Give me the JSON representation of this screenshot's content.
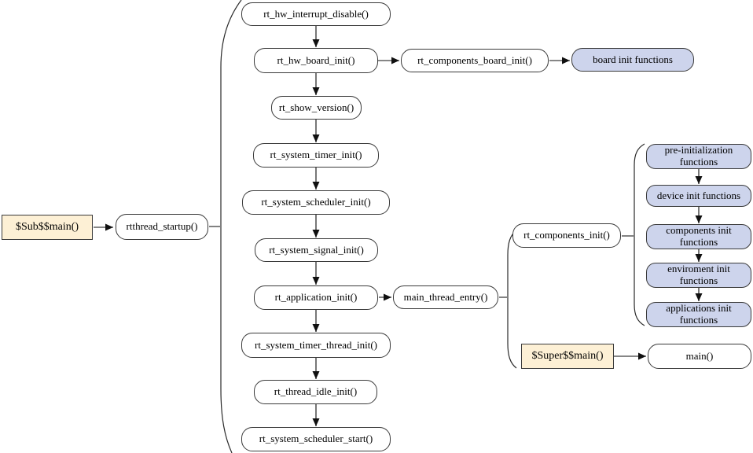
{
  "diagram": {
    "type": "flowchart",
    "colors": {
      "background": "#ffffff",
      "white_node_fill": "#ffffff",
      "blue_node_fill": "#cdd4ec",
      "tan_node_fill": "#fdf0d5",
      "node_border": "#3a3a3a",
      "arrow": "#3f3f3f",
      "arrowhead": "#101010"
    },
    "nodes": {
      "sub_main": "$Sub$$main()",
      "rtthread_startup": "rtthread_startup()",
      "rt_hw_interrupt_disable": "rt_hw_interrupt_disable()",
      "rt_hw_board_init": "rt_hw_board_init()",
      "rt_components_board_init": "rt_components_board_init()",
      "board_init_functions": "board init functions",
      "rt_show_version": "rt_show_version()",
      "rt_system_timer_init": "rt_system_timer_init()",
      "rt_system_scheduler_init": "rt_system_scheduler_init()",
      "rt_system_signal_init": "rt_system_signal_init()",
      "rt_application_init": "rt_application_init()",
      "main_thread_entry": "main_thread_entry()",
      "rt_components_init": "rt_components_init()",
      "pre_initialization_functions": "pre-initialization functions",
      "device_init_functions": "device init functions",
      "components_init_functions": "components init functions",
      "enviroment_init_functions": "enviroment init functions",
      "applications_init_functions": "applications init functions",
      "rt_system_timer_thread_init": "rt_system_timer_thread_init()",
      "rt_thread_idle_init": "rt_thread_idle_init()",
      "rt_system_scheduler_start": "rt_system_scheduler_start()",
      "super_main": "$Super$$main()",
      "main": "main()"
    }
  }
}
